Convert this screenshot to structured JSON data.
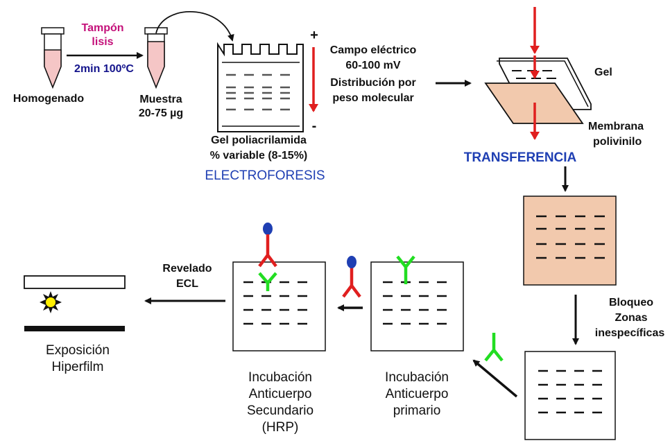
{
  "labels": {
    "tampon": "Tampón",
    "lisis": "lisis",
    "time_temp": "2min 100ºC",
    "homogenado": "Homogenado",
    "muestra": "Muestra",
    "muestra_amount": "20-75 µg",
    "plus": "+",
    "minus": "-",
    "campo": "Campo eléctrico",
    "voltage": "60-100 mV",
    "distribucion": "Distribución por",
    "peso": "peso molecular",
    "gel_poli": "Gel poliacrilamida",
    "variable": "% variable (8-15%)",
    "electroforesis": "ELECTROFORESIS",
    "gel": "Gel",
    "membrana": "Membrana",
    "polivinilo": "polivinilo",
    "transferencia": "TRANSFERENCIA",
    "bloqueo": "Bloqueo",
    "zonas": "Zonas",
    "inespecificas": "inespecíficas",
    "inc_primario_1": "Incubación",
    "inc_primario_2": "Anticuerpo",
    "inc_primario_3": "primario",
    "inc_secundario_1": "Incubación",
    "inc_secundario_2": "Anticuerpo",
    "inc_secundario_3": "Secundario",
    "inc_secundario_4": "(HRP)",
    "revelado": "Revelado",
    "ecl": "ECL",
    "exposicion": "Exposición",
    "hiperfilm": "Hiperfilm"
  },
  "colors": {
    "red": "#e01f1f",
    "green": "#22dd22",
    "blue_dot": "#1f3fb3",
    "membrane": "#f2c9ad",
    "tube_fill": "#f5c6c6",
    "title_blue": "#1f3fb3",
    "tampon_magenta": "#c4117a",
    "time_navy": "#14148c",
    "sun": "#ffee00"
  }
}
